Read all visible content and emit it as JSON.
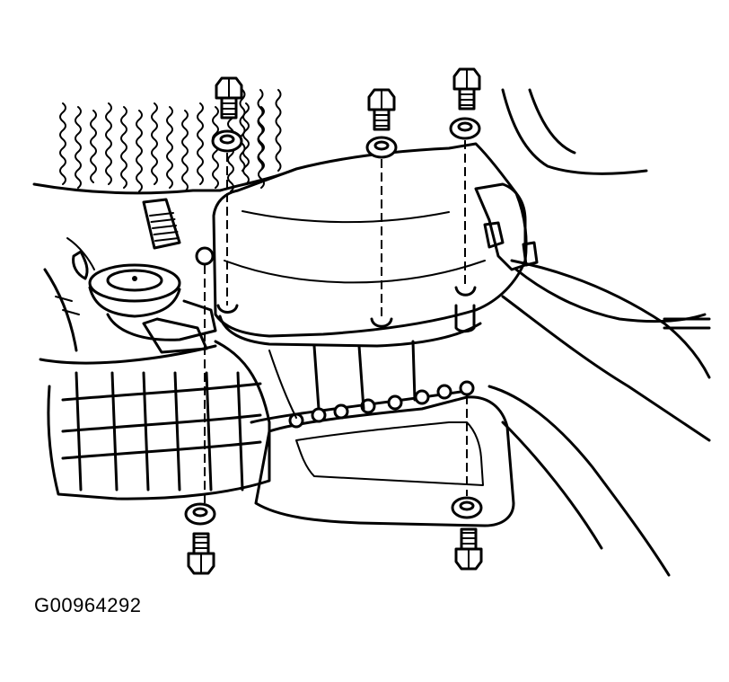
{
  "figure": {
    "id_label": "G00964292"
  },
  "parts": {
    "upper_bolts": 3,
    "lower_bolts": 2,
    "icon_bolt": "bolt-icon",
    "icon_washer": "washer-icon"
  },
  "colors": {
    "line": "#000000",
    "background": "#ffffff"
  }
}
